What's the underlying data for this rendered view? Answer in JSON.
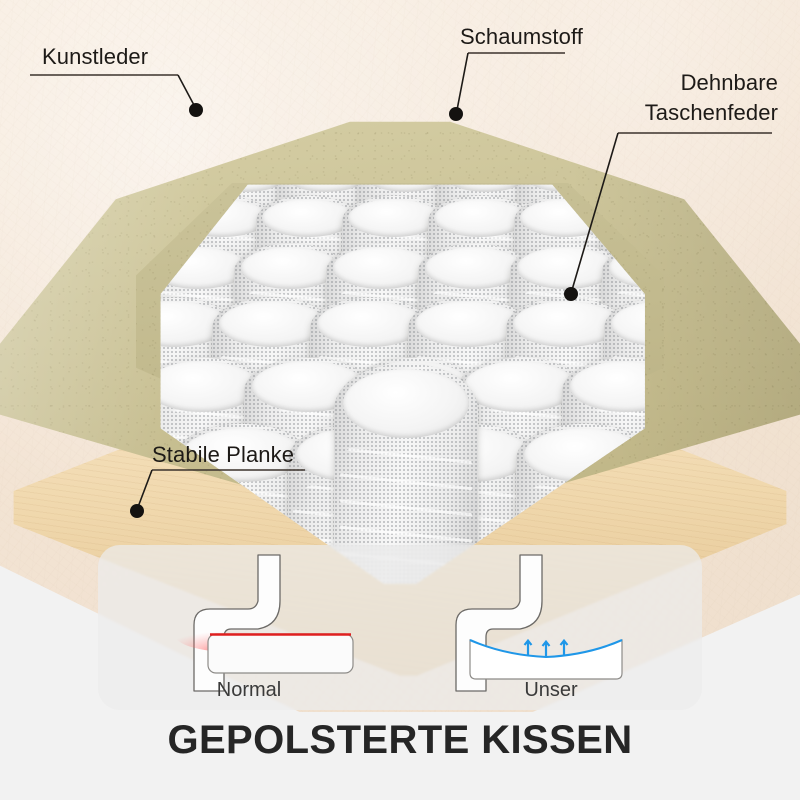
{
  "title": "GEPOLSTERTE KISSEN",
  "callouts": [
    {
      "id": "kunstleder",
      "label": "Kunstleder",
      "target": "synthetic-leather-cover"
    },
    {
      "id": "schaumstoff",
      "label": "Schaumstoff",
      "target": "foam-layer"
    },
    {
      "id": "taschenfeder",
      "label": "Dehnbare\nTaschenfeder",
      "target": "pocket-spring"
    },
    {
      "id": "planke",
      "label": "Stabile Planke",
      "target": "wooden-plank"
    }
  ],
  "comparison": {
    "left": {
      "caption": "Normal",
      "indicator": "pressure-point",
      "indicator_color": "#ef3b3b"
    },
    "right": {
      "caption": "Unser",
      "indicator": "support-arrows",
      "indicator_color": "#1f97e8"
    }
  },
  "colors": {
    "page_background": "#f2f2f2",
    "leather": "#f3e4d4",
    "foam": "#cdc59a",
    "plank": "#f0d8ad",
    "spring": "#ececec",
    "callout_text": "#1d1a17",
    "title_text": "#262626",
    "panel": "#ebebeb"
  }
}
